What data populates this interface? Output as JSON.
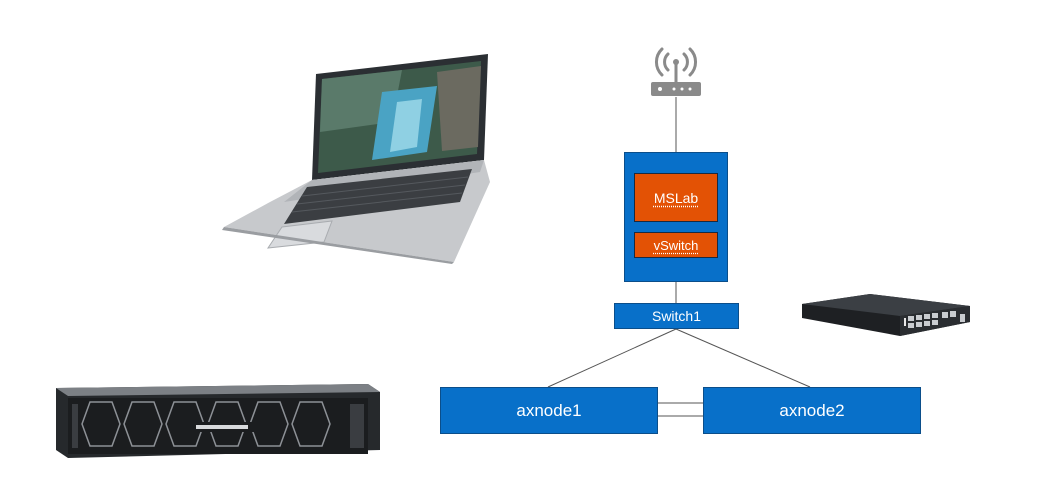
{
  "diagram": {
    "host": {
      "vm_label": "MSLab",
      "vswitch_label": "vSwitch"
    },
    "switch_label": "Switch1",
    "nodes": [
      {
        "label": "axnode1"
      },
      {
        "label": "axnode2"
      }
    ],
    "icons": {
      "router": "wifi-router-icon",
      "laptop": "laptop-image",
      "server": "rack-server-image",
      "network_switch": "network-switch-image"
    },
    "colors": {
      "blue": "#0870c9",
      "orange": "#e35205",
      "line": "#555555"
    }
  }
}
